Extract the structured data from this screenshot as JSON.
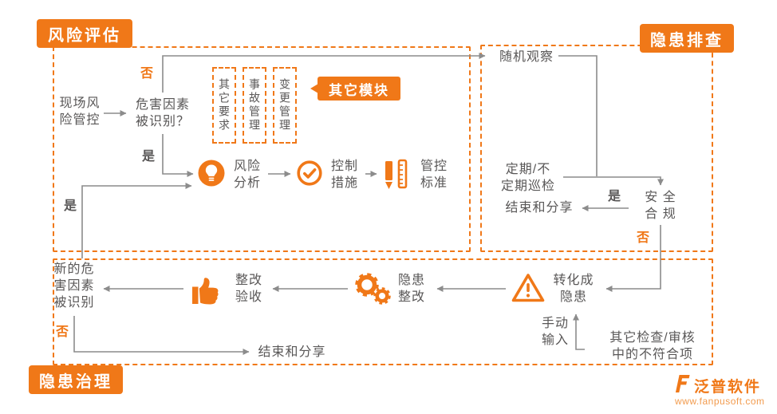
{
  "colors": {
    "accent": "#F07818",
    "text": "#595757",
    "line": "#8C8C8C",
    "watermark_url": "#F29B4E"
  },
  "badges": {
    "top_left": "风险评估",
    "top_right": "隐患排查",
    "bottom_left": "隐患治理"
  },
  "risk_section": {
    "onsite_risk": "现场风\n险管控",
    "hazard_identified": "危害因素\n被识别？",
    "no_label": "否",
    "yes_label": "是",
    "yes_return_label": "是",
    "risk_analysis": "风险\n分析",
    "control_measures": "控制\n措施",
    "control_standards": "管控\n标准",
    "modules_callout": "其它模块",
    "modules": [
      "其它要求",
      "事故管理",
      "变更管理"
    ]
  },
  "investigation_section": {
    "random_observation": "随机观察",
    "periodic_inspection": "定期/不\n定期巡检",
    "end_and_share": "结束和分享",
    "yes_label": "是",
    "safety_compliance": "安 全\n合 规",
    "no_label": "否"
  },
  "treatment_section": {
    "convert_to_hazard": "转化成\n隐患",
    "hazard_rectification": "隐患\n整改",
    "rectification_acceptance": "整改\n验收",
    "new_hazard_identified": "新的危\n害因素\n被识别",
    "no_label": "否",
    "end_and_share": "结束和分享",
    "manual_input": "手动\n输入",
    "other_inspections": "其它检查/审核\n中的不符合项"
  },
  "icons": {
    "risk_analysis": "lightbulb-icon",
    "control_measures": "check-circle-icon",
    "control_standards": "pen-ruler-icon",
    "convert_to_hazard": "warning-triangle-icon",
    "hazard_rectification": "gears-icon",
    "rectification_acceptance": "thumbs-up-icon",
    "watermark": "fanpu-logo-icon"
  },
  "watermark": {
    "brand": "泛普软件",
    "url": "www.fanpusoft.com"
  }
}
